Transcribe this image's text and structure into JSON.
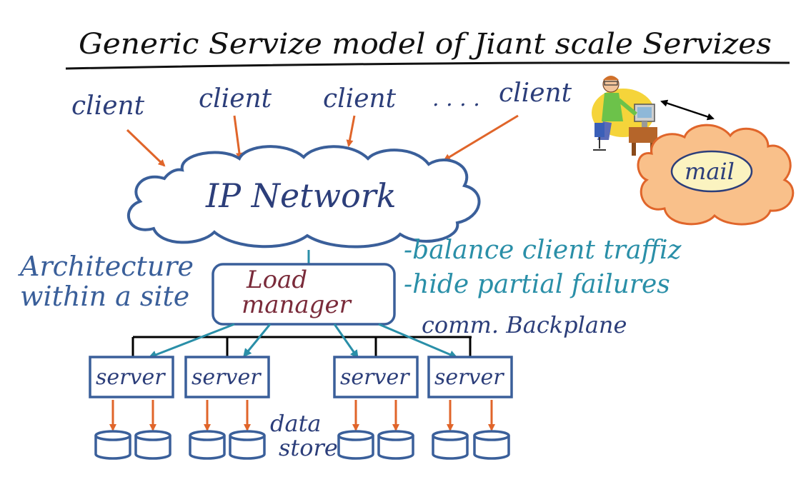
{
  "title": "Generic Servize model of Jiant scale Servizes",
  "clients": [
    "client",
    "client",
    "client",
    "client"
  ],
  "ellipsis": ". . . .",
  "network_label": "IP Network",
  "mail_label": "mail",
  "architecture_label": [
    "Architecture",
    "within a site"
  ],
  "load_manager": [
    "Load",
    "manager"
  ],
  "notes": [
    "-balance client traffiz",
    "-hide partial failures"
  ],
  "backplane_label": "comm. Backplane",
  "servers": [
    "server",
    "server",
    "server",
    "server"
  ],
  "datastore_label": [
    "data",
    "store"
  ],
  "colors": {
    "ink": "#2c3e7a",
    "teal": "#2a8fa8",
    "orange": "#e0652a",
    "maroon": "#7a2b3a",
    "box": "#3a5f9a",
    "mail_cloud": "#f9c08a"
  }
}
